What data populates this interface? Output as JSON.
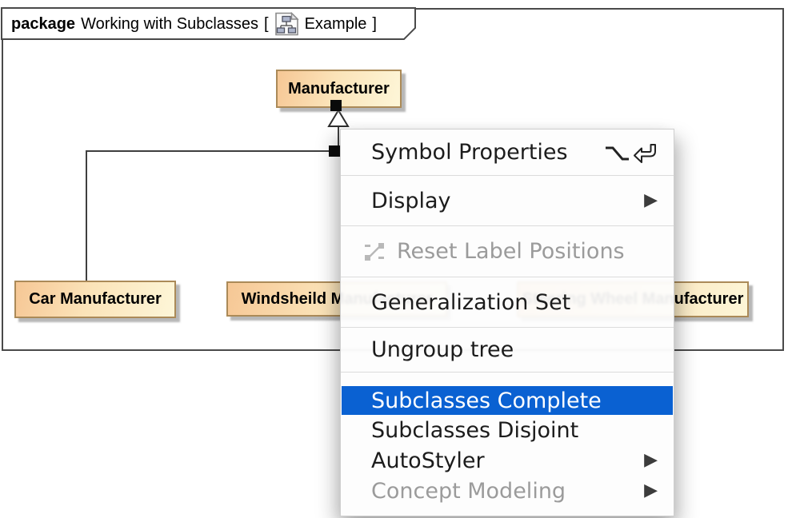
{
  "frame": {
    "keyword": "package",
    "title": "Working with Subclasses",
    "bracket_open": "[",
    "bracket_close": "]",
    "diagram_name": "Example"
  },
  "classes": {
    "manufacturer": {
      "label": "Manufacturer"
    },
    "car": {
      "label": "Car Manufacturer"
    },
    "windsheild": {
      "label": "Windsheild Manufacturer"
    },
    "steering": {
      "label": "Steering Wheel Manufacturer"
    }
  },
  "context_menu": {
    "items": [
      {
        "label": "Symbol Properties",
        "shortcut": "option+return",
        "state": "normal"
      },
      {
        "label": "Display",
        "submenu": true,
        "state": "normal"
      },
      {
        "label": "Reset Label Positions",
        "icon": "reset-label-positions-icon",
        "state": "disabled"
      },
      {
        "label": "Generalization Set",
        "state": "normal"
      },
      {
        "label": "Ungroup tree",
        "state": "normal"
      },
      {
        "label": "Subclasses Complete",
        "state": "highlighted"
      },
      {
        "label": "Subclasses Disjoint",
        "state": "normal"
      },
      {
        "label": "AutoStyler",
        "submenu": true,
        "state": "normal"
      },
      {
        "label": "Concept Modeling",
        "submenu": true,
        "state": "disabled"
      }
    ]
  },
  "colors": {
    "menu_highlight": "#0a61d2",
    "menu_disabled_text": "#9b9b9b",
    "class_fill_start": "#f6c795",
    "class_fill_end": "#fdf6d8",
    "class_border": "#ab8a58",
    "frame_border": "#4a4a4a"
  }
}
